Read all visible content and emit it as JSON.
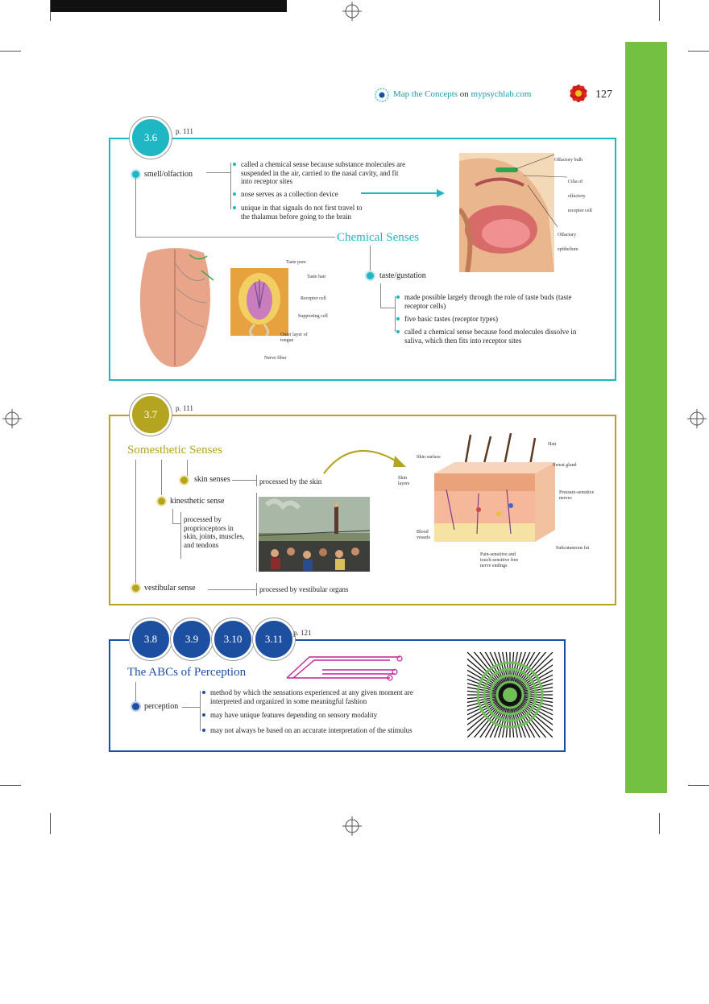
{
  "header": {
    "link_prefix": "Map the Concepts",
    "link_on": "on",
    "link_site": "mypsychlab.com",
    "page_number": "127"
  },
  "section_36": {
    "badge": "3.6",
    "page_ref": "p. 111",
    "smell_label": "smell/olfaction",
    "smell_items": [
      "called a chemical sense because substance molecules are suspended in the air, carried to the nasal cavity, and fit into receptor sites",
      "nose serves as a collection device",
      "unique in that signals do not first travel to the thalamus before going to the brain"
    ],
    "title": "Chemical Senses",
    "nose_labels": {
      "bulb": "Olfactory bulb",
      "cilia": "Cilia of olfactory receptor cell",
      "epithelium": "Olfactory epithelium"
    },
    "taste_label": "taste/gustation",
    "taste_items": [
      "made possible largely through the role of taste buds (taste receptor cells)",
      "five basic tastes (receptor types)",
      "called a chemical sense because food molecules dissolve in saliva, which then fits into receptor sites"
    ],
    "bud_labels": {
      "pore": "Taste pore",
      "hair": "Taste hair",
      "receptor": "Receptor cell",
      "supporting": "Supporting cell",
      "outer": "Outer layer of tongue",
      "nerve": "Nerve fiber"
    }
  },
  "section_37": {
    "badge": "3.7",
    "page_ref": "p. 111",
    "title": "Somesthetic Senses",
    "skin_label": "skin senses",
    "skin_desc": "processed by the skin",
    "kin_label": "kinesthetic sense",
    "kin_desc": "processed by proprioceptors in skin, joints, muscles, and tendons",
    "vest_label": "vestibular sense",
    "vest_desc": "processed by vestibular organs",
    "skin_diagram": {
      "hair": "Hair",
      "surface": "Skin surface",
      "sweat": "Sweat gland",
      "layers": "Skin layers",
      "pressure": "Pressure-sensitive nerves",
      "blood": "Blood vessels",
      "subcutaneous": "Subcutaneous fat",
      "pain": "Pain-sensitive and touch-sensitive free nerve endings"
    }
  },
  "section_abc": {
    "badges": [
      "3.8",
      "3.9",
      "3.10",
      "3.11"
    ],
    "page_ref": "p. 121",
    "title": "The ABCs of Perception",
    "perception_label": "perception",
    "items": [
      "method by which the sensations experienced at any given moment are interpreted and organized in some meaningful fashion",
      "may have unique features depending on sensory modality",
      "may not always be based on an accurate interpretation of the stimulus"
    ]
  },
  "colors": {
    "teal": "#1fb7c3",
    "olive": "#b4a420",
    "blue": "#1d4fa0",
    "green_bar": "#74c043",
    "magenta": "#c0249a"
  }
}
